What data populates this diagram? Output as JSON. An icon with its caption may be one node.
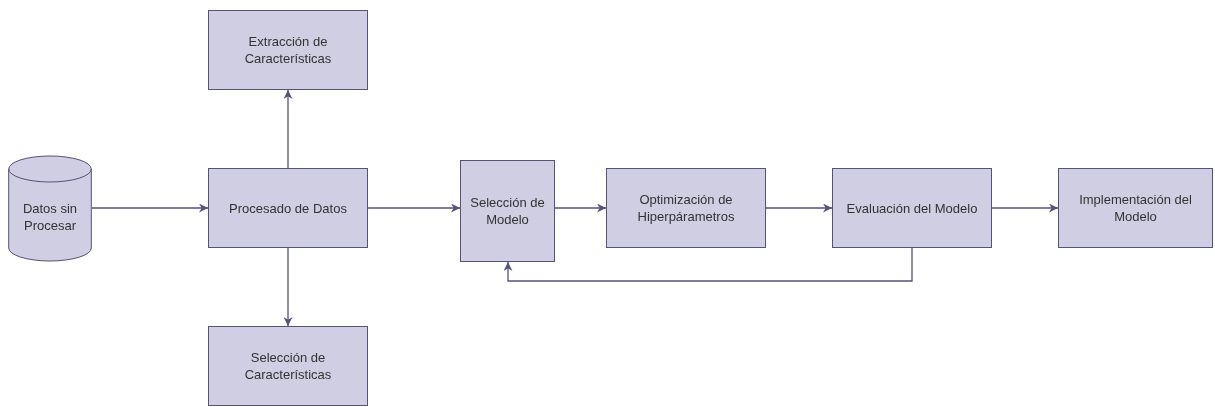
{
  "diagram": {
    "nodes": [
      {
        "text": [
          "Datos sin Procesar"
        ]
      },
      {
        "text": [
          "Extracción de Características"
        ]
      },
      {
        "text": [
          "Procesado de Datos"
        ]
      },
      {
        "text": [
          "Selección de Características"
        ]
      },
      {
        "text": [
          "Selección de Modelo"
        ]
      },
      {
        "text": [
          "Optimización de Hiperpárametros"
        ]
      },
      {
        "text": [
          "Evaluación del Modelo"
        ]
      },
      {
        "text": [
          "Implementación del Modelo"
        ]
      }
    ],
    "edges": [
      {
        "from": 0,
        "to": 2,
        "arrow": "to"
      },
      {
        "from": 2,
        "to": 1,
        "arrow": "to"
      },
      {
        "from": 2,
        "to": 3,
        "arrow": "to"
      },
      {
        "from": 2,
        "to": 4,
        "arrow": "to"
      },
      {
        "from": 4,
        "to": 5,
        "arrow": "to"
      },
      {
        "from": 5,
        "to": 6,
        "arrow": "to"
      },
      {
        "from": 6,
        "to": 7,
        "arrow": "to"
      },
      {
        "from": 6,
        "to": 4,
        "arrow": "to"
      }
    ]
  }
}
